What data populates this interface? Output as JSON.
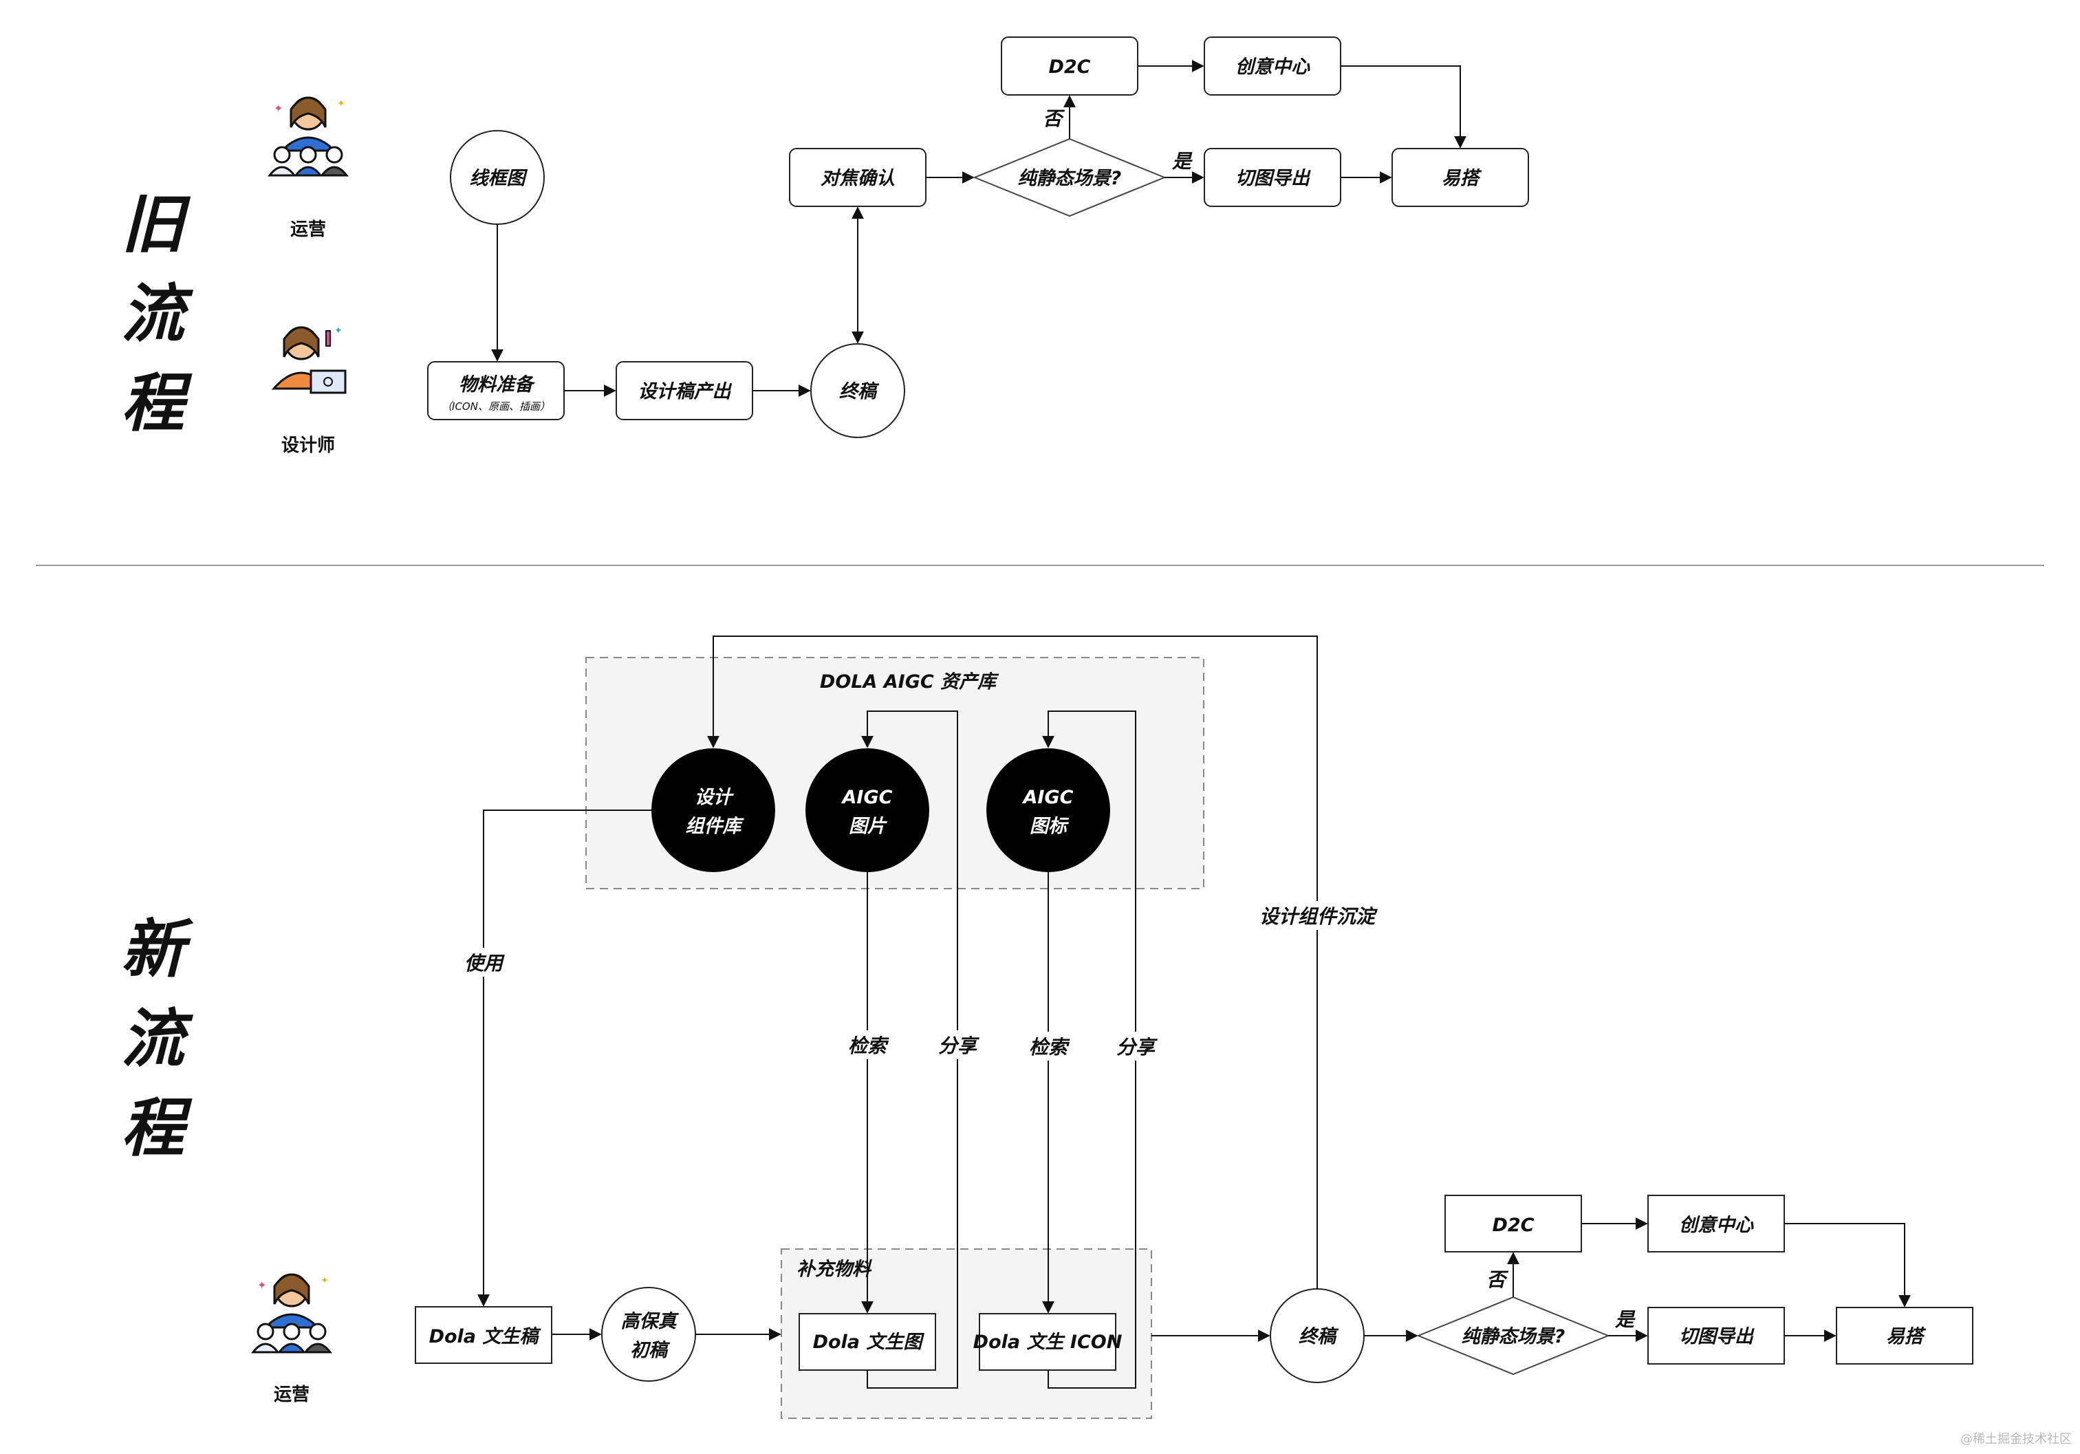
{
  "old_flow": {
    "section_label": [
      "旧",
      "流",
      "程"
    ],
    "roles": {
      "operator": "运营",
      "designer": "设计师"
    },
    "nodes": {
      "wireframe": "线框图",
      "material_prep": "物料准备",
      "material_prep_sub": "（ICON、原画、插画）",
      "design_output": "设计稿产出",
      "final": "终稿",
      "focus_confirm": "对焦确认",
      "decision": "纯静态场景?",
      "d2c": "D2C",
      "creative_center": "创意中心",
      "cut_export": "切图导出",
      "yida": "易搭"
    },
    "edge_labels": {
      "yes": "是",
      "no": "否"
    }
  },
  "new_flow": {
    "section_label": [
      "新",
      "流",
      "程"
    ],
    "roles": {
      "operator": "运营"
    },
    "asset_library": {
      "title": "DOLA AIGC 资产库",
      "component_lib": [
        "设计",
        "组件库"
      ],
      "aigc_image": [
        "AIGC",
        "图片"
      ],
      "aigc_icon": [
        "AIGC",
        "图标"
      ]
    },
    "nodes": {
      "dola_doc": "Dola 文生稿",
      "hifi_draft": [
        "高保真",
        "初稿"
      ],
      "supplement_group": "补充物料",
      "dola_image": "Dola 文生图",
      "dola_icon": "Dola 文生 ICON",
      "final": "终稿",
      "decision": "纯静态场景?",
      "d2c": "D2C",
      "creative_center": "创意中心",
      "cut_export": "切图导出",
      "yida": "易搭"
    },
    "edge_labels": {
      "use": "使用",
      "search1": "检索",
      "share1": "分享",
      "search2": "检索",
      "share2": "分享",
      "deposit": "设计组件沉淀",
      "yes": "是",
      "no": "否"
    }
  },
  "watermark": "@稀土掘金技术社区"
}
